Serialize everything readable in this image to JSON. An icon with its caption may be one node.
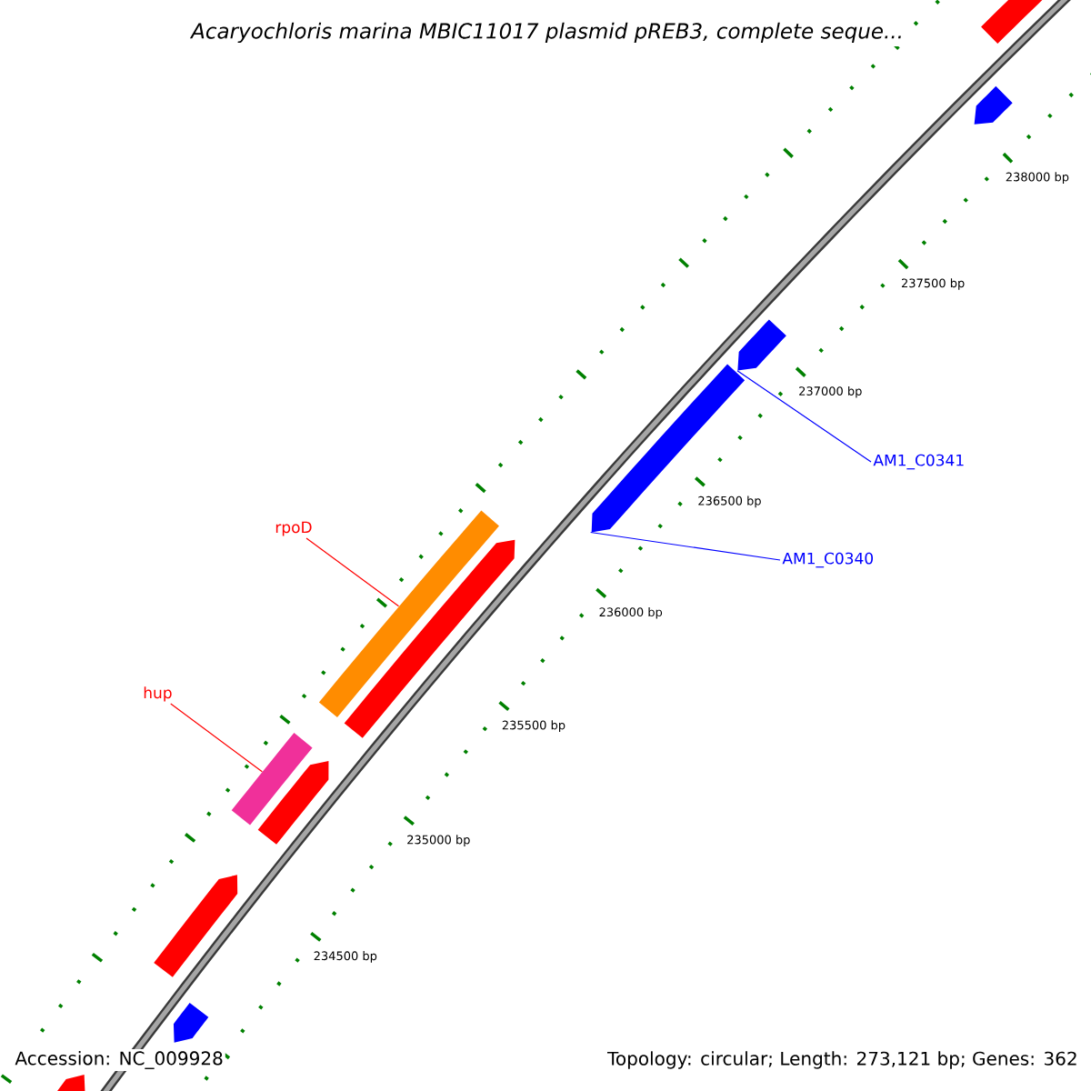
{
  "diagram": {
    "title": "Acaryochloris marina MBIC11017 plasmid pREB3, complete seque...",
    "nodes": [
      {
        "text": [
          "rpoD"
        ]
      },
      {
        "text": [
          "hup"
        ]
      },
      {
        "text": [
          "AM1_C0341"
        ]
      },
      {
        "text": [
          "AM1_C0340"
        ]
      },
      {
        "text": [],
        "shape": "arrow"
      },
      {
        "text": [],
        "shape": "arrow"
      },
      {
        "text": [],
        "shape": "arrow"
      },
      {
        "text": [],
        "shape": "arrow"
      },
      {
        "text": [],
        "shape": "bar"
      },
      {
        "text": [],
        "shape": "arrow"
      },
      {
        "text": [],
        "shape": "bar"
      },
      {
        "text": [],
        "shape": "arrow"
      },
      {
        "text": [],
        "shape": "arrow"
      },
      {
        "text": [],
        "shape": "arrow"
      },
      {
        "text": [],
        "shape": "arrow"
      }
    ],
    "edges": [
      {
        "from": 0,
        "to": 8,
        "arrow": "none",
        "color": "#ff0000"
      },
      {
        "from": 1,
        "to": 10,
        "arrow": "none",
        "color": "#ff0000"
      },
      {
        "from": 2,
        "to": 6,
        "arrow": "none",
        "color": "#0000ff"
      },
      {
        "from": 3,
        "to": 7,
        "arrow": "none",
        "color": "#0000ff"
      }
    ],
    "labels": [
      "238000 bp",
      "237500 bp",
      "237000 bp",
      "236500 bp",
      "236000 bp",
      "235500 bp",
      "235000 bp",
      "234500 bp",
      "Accession: NC_009928",
      "Topology: circular; Length: 273,121 bp; Genes: 362"
    ]
  }
}
